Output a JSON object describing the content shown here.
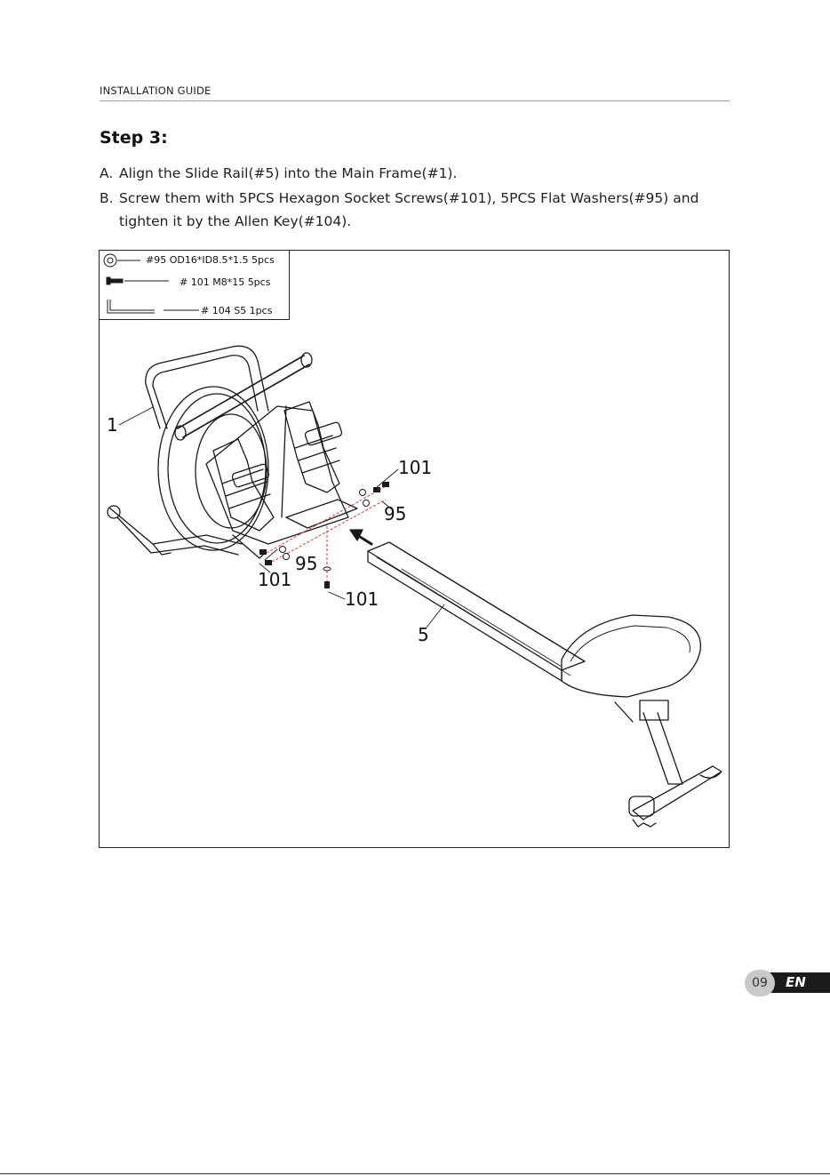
{
  "header": {
    "section_label": "INSTALLATION GUIDE"
  },
  "step": {
    "title": "Step 3:",
    "instructions": [
      {
        "letter": "A.",
        "text": "Align the Slide Rail(#5) into the Main Frame(#1)."
      },
      {
        "letter": "B.",
        "text": "Screw them with 5PCS Hexagon Socket Screws(#101), 5PCS Flat Washers(#95) and",
        "continuation": "tighten it by the Allen Key(#104)."
      }
    ]
  },
  "parts": [
    {
      "icon": "washer-icon",
      "label": "#95   OD16*ID8.5*1.5  5pcs"
    },
    {
      "icon": "screw-icon",
      "label": "# 101   M8*15   5pcs"
    },
    {
      "icon": "allen-key-icon",
      "label": "# 104  S5    1pcs"
    }
  ],
  "callouts": {
    "main_frame": "1",
    "screw_top": "101",
    "washer_top": "95",
    "washer_left": "95",
    "screw_left": "101",
    "screw_bottom": "101",
    "slide_rail": "5"
  },
  "footer": {
    "page_number": "09",
    "language": "EN"
  },
  "colors": {
    "assembly_guide_lines": "#e23b3b",
    "line_art": "#1a1a1a",
    "badge_gray": "#c9c9c9",
    "badge_dark": "#1b1b1b"
  }
}
